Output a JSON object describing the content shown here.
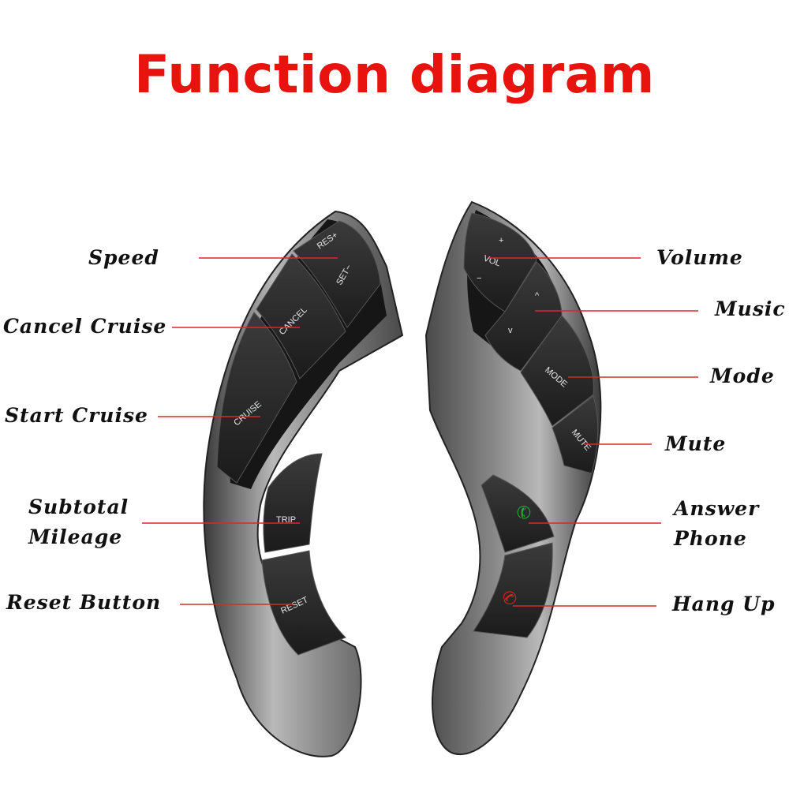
{
  "title": "Function diagram",
  "left_callouts": [
    {
      "id": "speed",
      "label": "Speed"
    },
    {
      "id": "cancel_cruise",
      "label": "Cancel Cruise"
    },
    {
      "id": "start_cruise",
      "label": "Start Cruise"
    },
    {
      "id": "subtotal_mileage",
      "label": "Subtotal\nMileage"
    },
    {
      "id": "reset_button",
      "label": "Reset Button"
    }
  ],
  "right_callouts": [
    {
      "id": "volume",
      "label": "Volume"
    },
    {
      "id": "music",
      "label": "Music"
    },
    {
      "id": "mode",
      "label": "Mode"
    },
    {
      "id": "mute",
      "label": "Mute"
    },
    {
      "id": "answer_phone",
      "label": "Answer\nPhone"
    },
    {
      "id": "hang_up",
      "label": "Hang Up"
    }
  ],
  "button_labels": {
    "res": "RES+",
    "set": "SET−",
    "cancel": "CANCEL",
    "cruise": "CRUISE",
    "trip": "TRIP",
    "reset": "RESET",
    "vol": "VOL",
    "mode": "MODE",
    "mute": "MUTE"
  },
  "colors": {
    "title": "#e8130f",
    "leader_line": "#d42b2b",
    "answer_icon": "#1fae3a",
    "hangup_icon": "#e0241a"
  }
}
